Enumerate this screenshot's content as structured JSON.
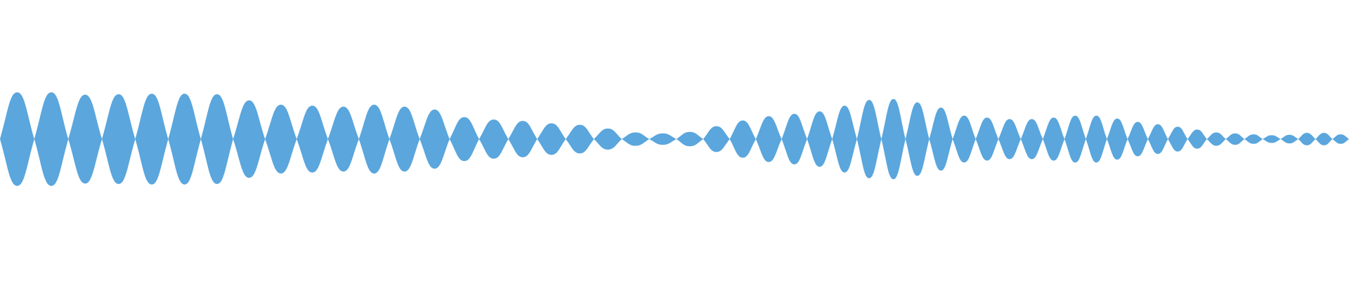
{
  "waveform": {
    "fill_color": "#5aa6dd",
    "background_color": "#ffffff",
    "lobe_amplitudes": [
      0.98,
      0.98,
      0.93,
      0.94,
      0.95,
      0.95,
      0.94,
      0.81,
      0.72,
      0.7,
      0.68,
      0.72,
      0.68,
      0.62,
      0.46,
      0.41,
      0.38,
      0.33,
      0.3,
      0.22,
      0.14,
      0.12,
      0.15,
      0.27,
      0.39,
      0.48,
      0.53,
      0.58,
      0.7,
      0.82,
      0.84,
      0.77,
      0.66,
      0.49,
      0.45,
      0.42,
      0.42,
      0.45,
      0.49,
      0.49,
      0.43,
      0.36,
      0.31,
      0.26,
      0.2,
      0.14,
      0.12,
      0.1,
      0.08,
      0.09,
      0.13,
      0.13,
      0.1
    ]
  }
}
